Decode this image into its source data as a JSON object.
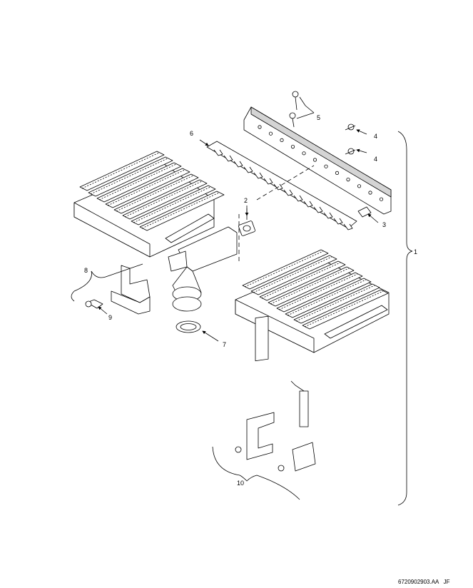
{
  "drawing": {
    "document_reference": "6720902903.AA   JF"
  },
  "callouts": [
    {
      "id": "c1",
      "label": "1"
    },
    {
      "id": "c2",
      "label": "2"
    },
    {
      "id": "c3",
      "label": "3"
    },
    {
      "id": "c4a",
      "label": "4"
    },
    {
      "id": "c4b",
      "label": "4"
    },
    {
      "id": "c5",
      "label": "5"
    },
    {
      "id": "c6",
      "label": "6"
    },
    {
      "id": "c7",
      "label": "7"
    },
    {
      "id": "c8",
      "label": "8"
    },
    {
      "id": "c9",
      "label": "9"
    },
    {
      "id": "c10",
      "label": "10"
    }
  ]
}
